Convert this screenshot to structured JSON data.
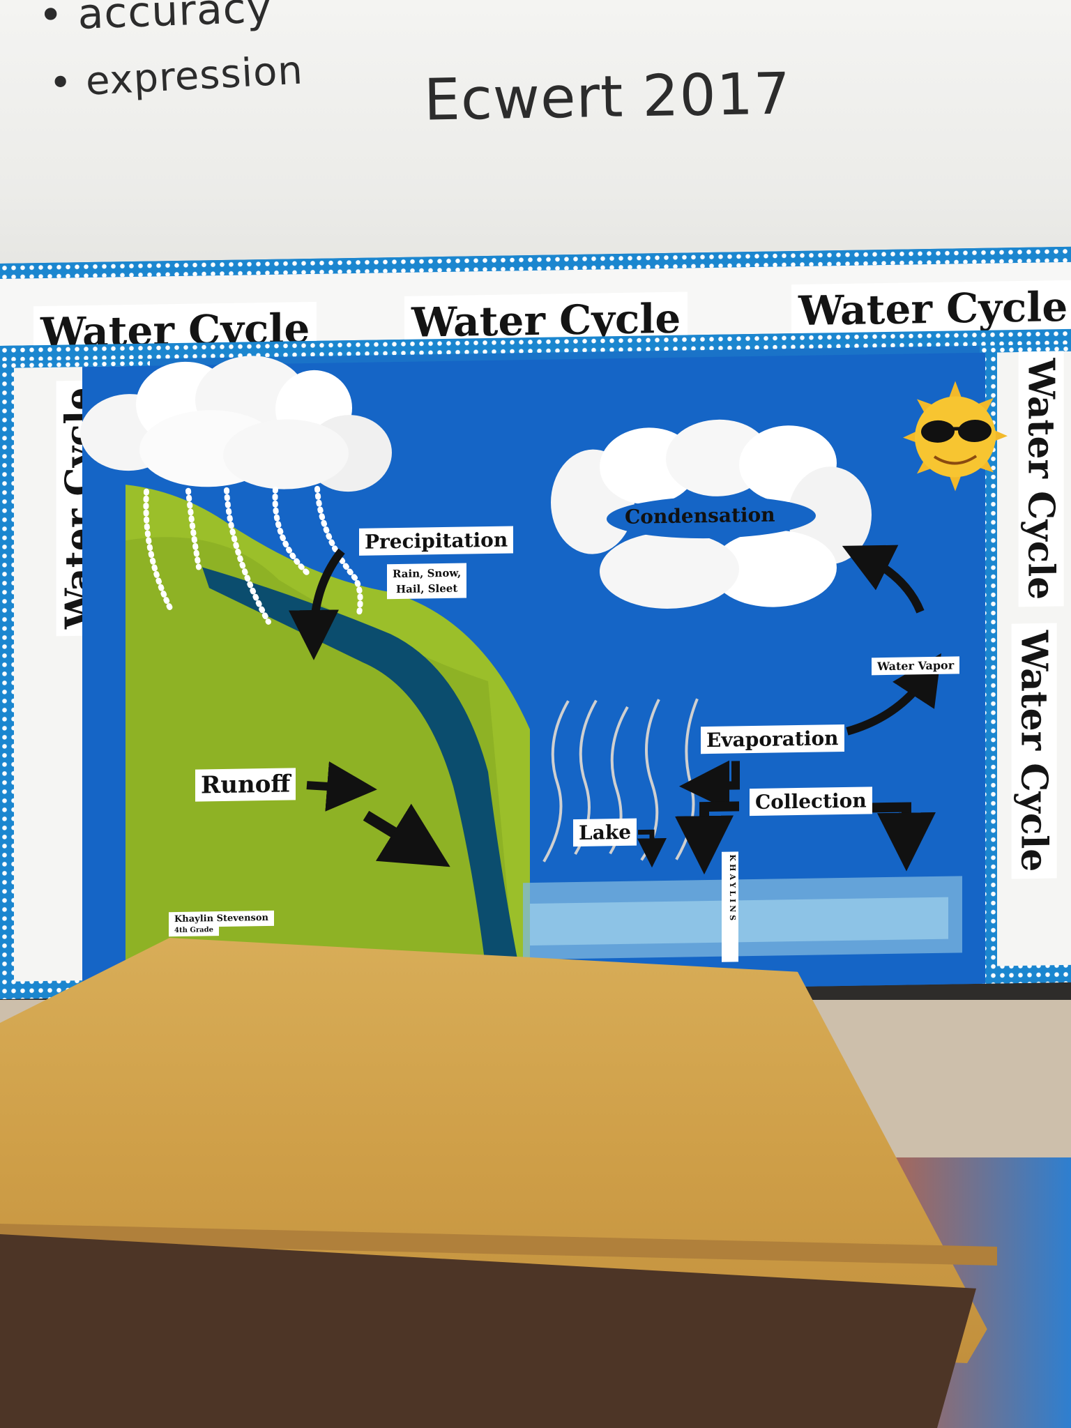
{
  "whiteboard": {
    "bullet_1": "• accuracy",
    "bullet_2": "• expression",
    "name_year": "Ecwert 2017"
  },
  "poster": {
    "banner": "Water Cycle",
    "precipitation": "Precipitation",
    "precipitation_types": "Rain, Snow,\nHail, Sleet",
    "condensation": "Condensation",
    "water_vapor": "Water Vapor",
    "evaporation": "Evaporation",
    "collection": "Collection",
    "lake": "Lake",
    "runoff": "Runoff",
    "student_name": "Khaylin Stevenson",
    "grade": "4th Grade",
    "strip_label": "KHAYLINS"
  },
  "colors": {
    "sky_blue": "#1565c6",
    "land_green": "#9bbf2a",
    "river_dark": "#0b4d6e",
    "sun_yellow": "#f7c531",
    "desk_wood": "#d2a24f"
  }
}
